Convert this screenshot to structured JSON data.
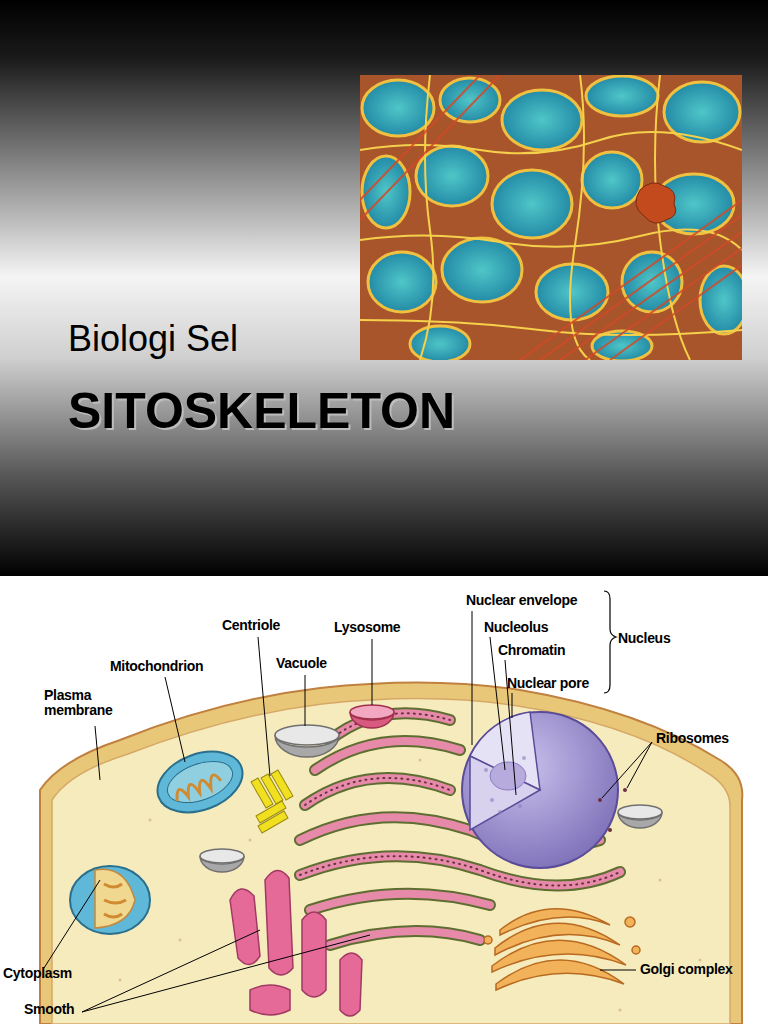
{
  "diagram": {
    "title": "SITOSKELETON",
    "labels": [
      "Biologi Sel",
      "Nuclear envelope",
      "Nucleolus",
      "Chromatin",
      "Nuclear pore",
      "Nucleus",
      "Centriole",
      "Lysosome",
      "Mitochondrion",
      "Vacuole",
      "Plasma membrane",
      "Ribosomes",
      "Cytoplasm",
      "Golgi complex",
      "Smooth"
    ]
  }
}
